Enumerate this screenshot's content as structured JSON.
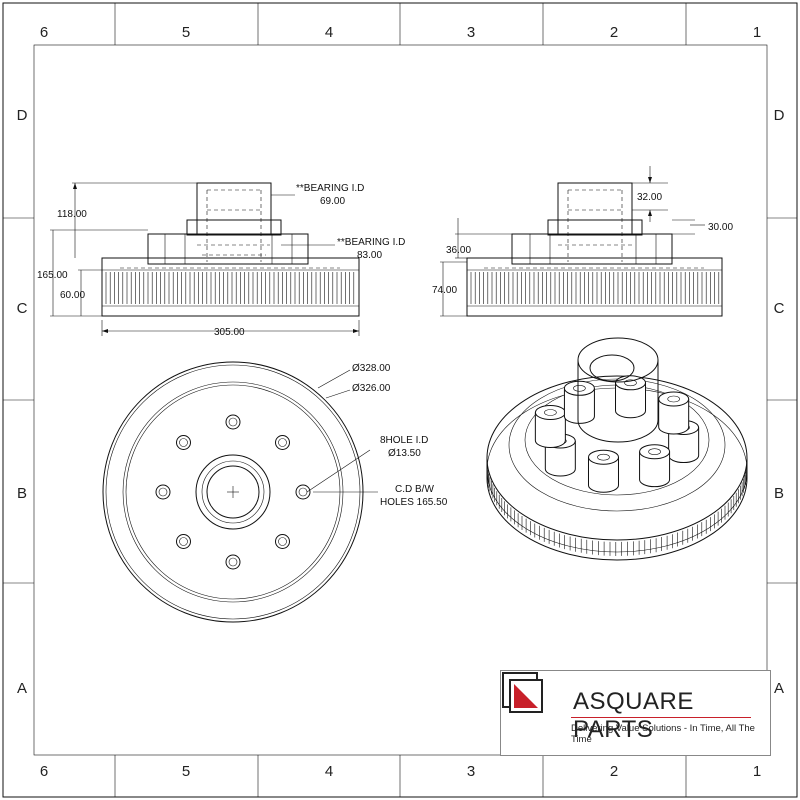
{
  "frame": {
    "columns": [
      "6",
      "5",
      "4",
      "3",
      "2",
      "1"
    ],
    "rows": [
      "D",
      "C",
      "B",
      "A"
    ]
  },
  "side_view_left": {
    "dim_118": "118.00",
    "dim_165": "165.00",
    "dim_60": "60.00",
    "dim_305": "305.00",
    "bearing_outer_label": "**BEARING I.D",
    "bearing_outer_value": "69.00",
    "bearing_inner_label": "**BEARING I.D",
    "bearing_inner_value": "83.00"
  },
  "side_view_right": {
    "dim_32": "32.00",
    "dim_30": "30.00",
    "dim_36": "36.00",
    "dim_74": "74.00"
  },
  "front_view": {
    "dia_outer": "Ø328.00",
    "dia_inner": "Ø326.00",
    "holes_label": "8HOLE I.D",
    "holes_dia": "Ø13.50",
    "cd_label": "C.D B/W",
    "cd_value": "HOLES 165.50"
  },
  "title_block": {
    "company": "ASQUARE PARTS",
    "tagline": "Delivering Value Solutions - In Time, All The Time",
    "accent_color": "#c8202a"
  }
}
